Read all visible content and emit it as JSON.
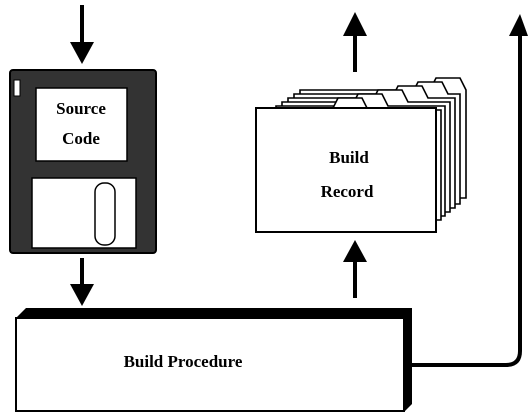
{
  "floppy_label": {
    "line1": "Source",
    "line2": "Code"
  },
  "record_label": {
    "line1": "Build",
    "line2": "Record"
  },
  "procedure_label": "Build Procedure"
}
